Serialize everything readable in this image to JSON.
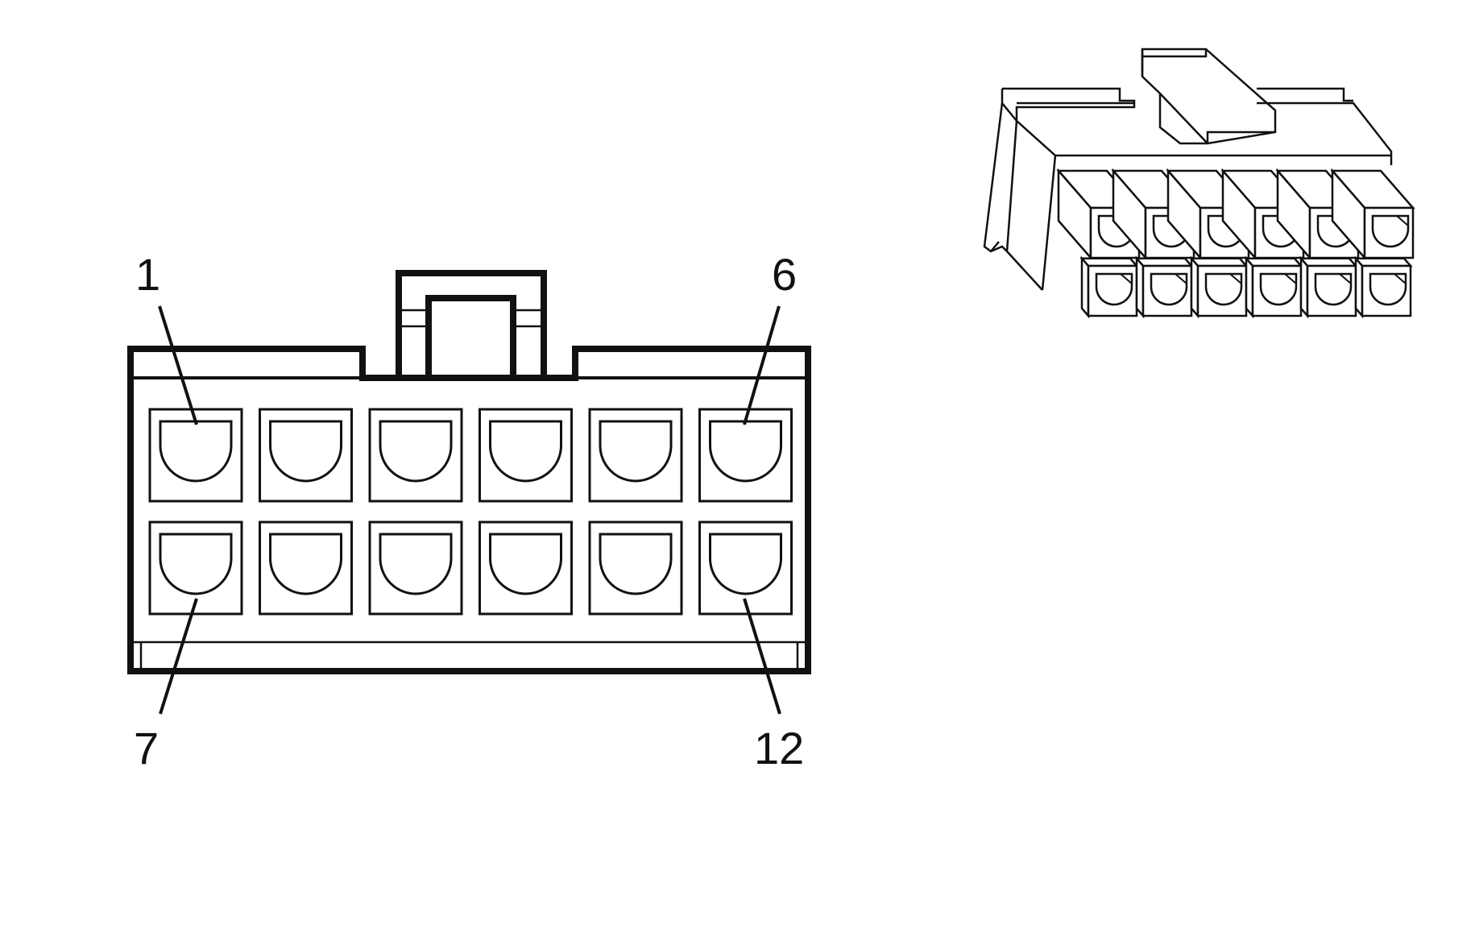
{
  "front_view": {
    "rows": 2,
    "columns": 6,
    "pin_labels": {
      "top_left": "1",
      "top_right": "6",
      "bottom_left": "7",
      "bottom_right": "12"
    }
  },
  "iso_view": {
    "rows": 2,
    "columns": 6
  }
}
